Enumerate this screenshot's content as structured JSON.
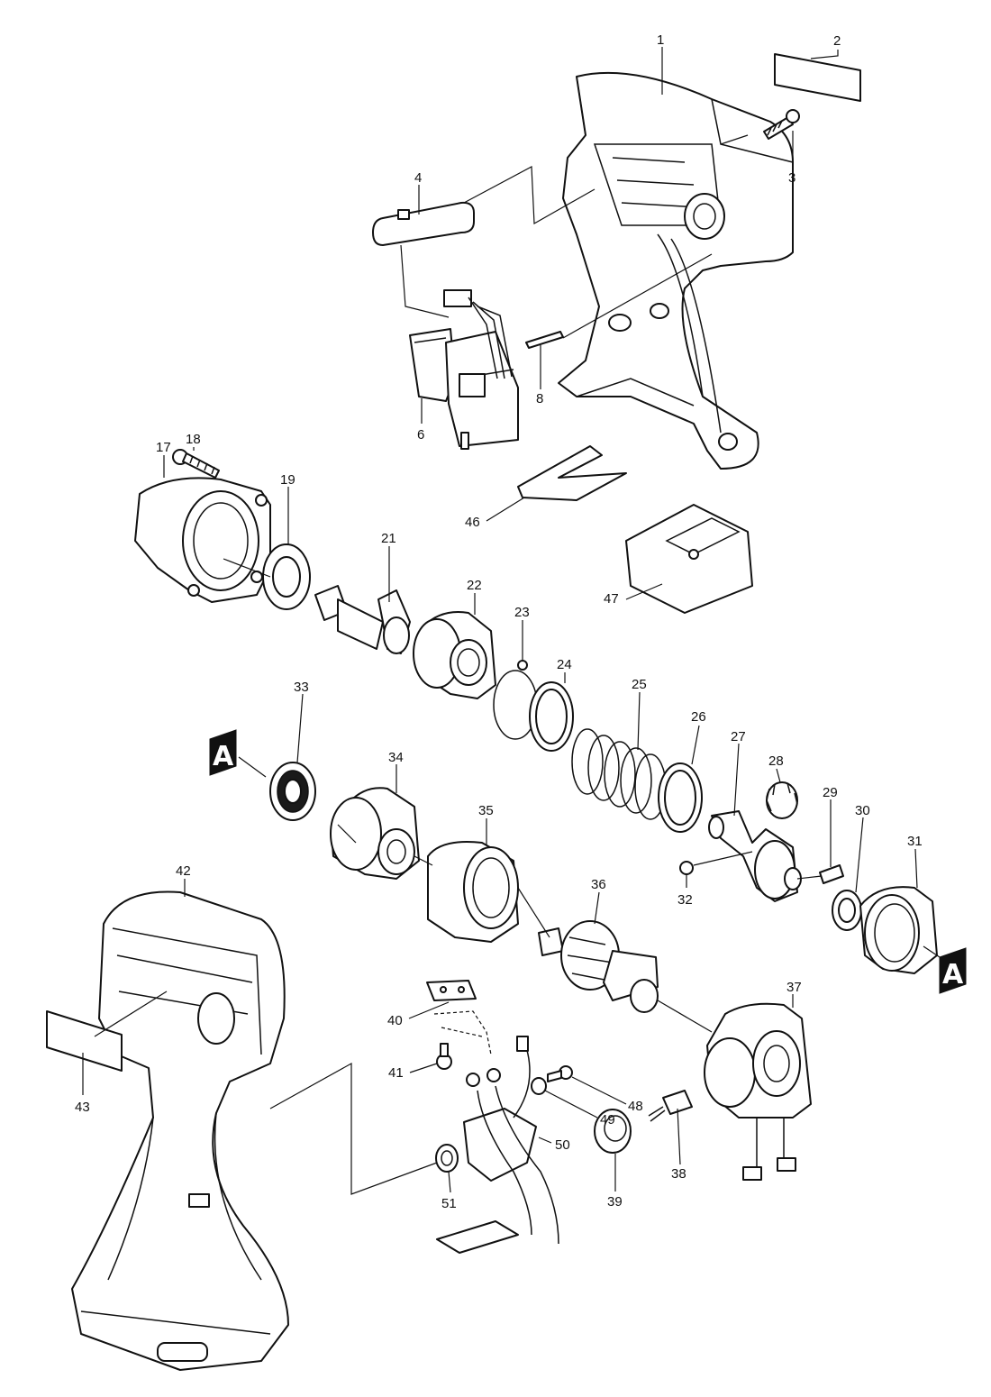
{
  "diagram": {
    "reference_mark": "A",
    "part_labels": {
      "p1": "1",
      "p2": "2",
      "p3": "3",
      "p4": "4",
      "p6": "6",
      "p8": "8",
      "p17": "17",
      "p18": "18",
      "p19": "19",
      "p21": "21",
      "p22": "22",
      "p23": "23",
      "p24": "24",
      "p25": "25",
      "p26": "26",
      "p27": "27",
      "p28": "28",
      "p29": "29",
      "p30": "30",
      "p31": "31",
      "p32": "32",
      "p33": "33",
      "p34": "34",
      "p35": "35",
      "p36": "36",
      "p37": "37",
      "p38": "38",
      "p39": "39",
      "p40": "40",
      "p41": "41",
      "p42": "42",
      "p43": "43",
      "p46": "46",
      "p47": "47",
      "p48": "48",
      "p49": "49",
      "p50": "50",
      "p51": "51"
    }
  }
}
